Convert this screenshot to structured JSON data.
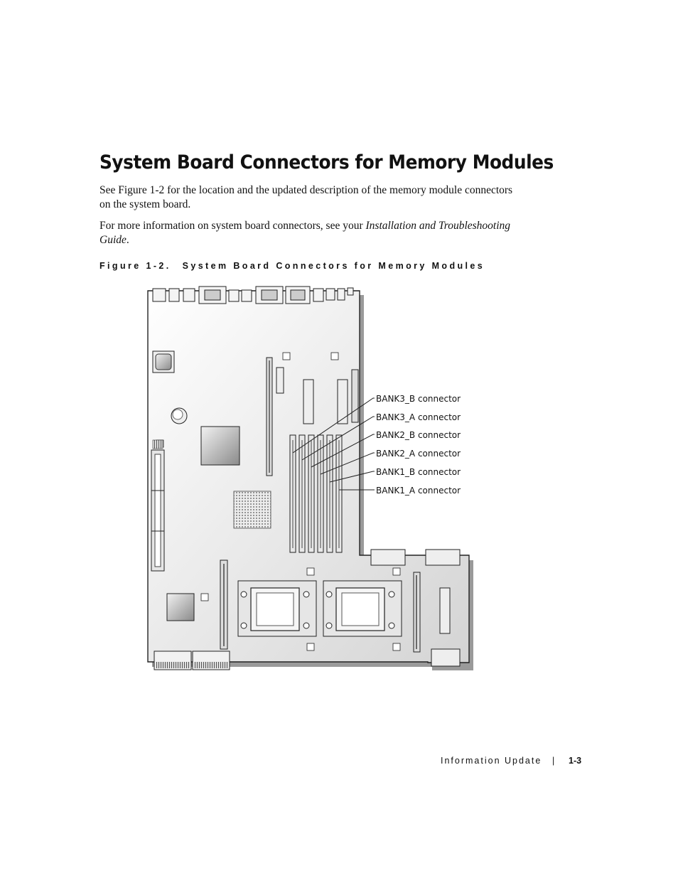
{
  "heading": "System Board Connectors for Memory Modules",
  "paragraph1": "See Figure 1-2 for the location and the updated description of the memory module connectors on the system board.",
  "paragraph2": {
    "before": "For more information on system board connectors, see your ",
    "italic": "Installation and Troubleshooting Guide",
    "after": "."
  },
  "figure": {
    "number": "Figure 1-2.",
    "title": "System Board Connectors for Memory Modules",
    "callouts": [
      "BANK3_B connector",
      "BANK3_A connector",
      "BANK2_B connector",
      "BANK2_A connector",
      "BANK1_B connector",
      "BANK1_A connector"
    ]
  },
  "footer": {
    "section": "Information Update",
    "separator": "|",
    "page": "1-3"
  }
}
